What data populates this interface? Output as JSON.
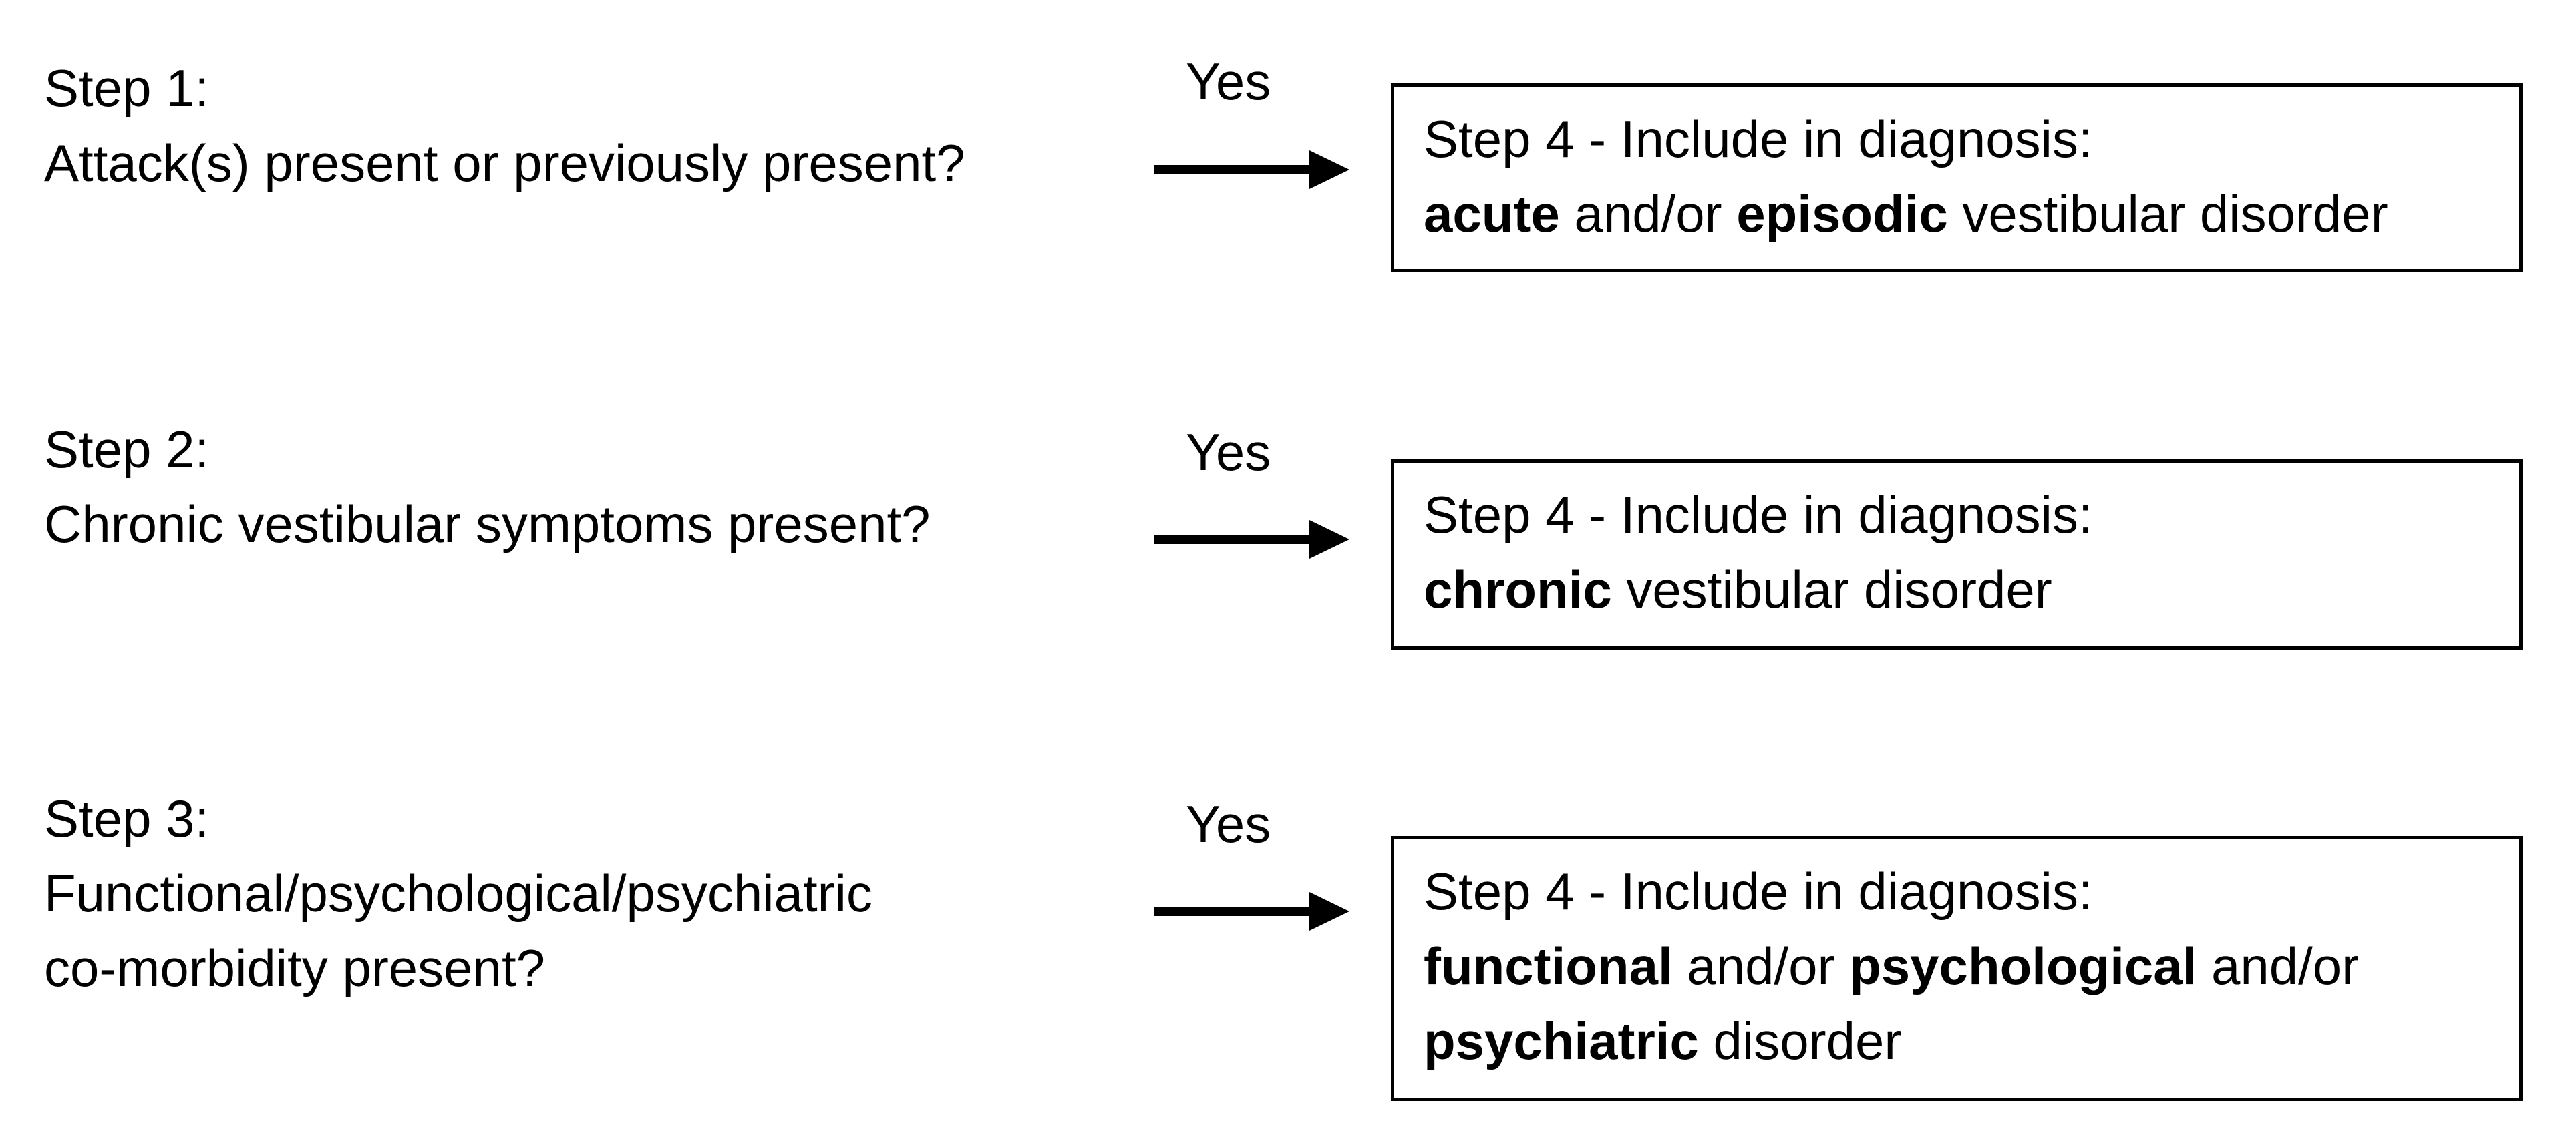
{
  "steps": [
    {
      "step_label": "Step 1:",
      "question_lines": [
        "Attack(s) present or previously present?"
      ],
      "yes_label": "Yes",
      "result": {
        "heading": "Step 4 - Include in diagnosis:",
        "lines": [
          [
            {
              "text": "acute",
              "bold": true
            },
            {
              "text": " and/or ",
              "bold": false
            },
            {
              "text": "episodic",
              "bold": true
            },
            {
              "text": " vestibular disorder",
              "bold": false
            }
          ]
        ]
      }
    },
    {
      "step_label": "Step 2:",
      "question_lines": [
        "Chronic vestibular symptoms present?"
      ],
      "yes_label": "Yes",
      "result": {
        "heading": "Step 4 - Include in diagnosis:",
        "lines": [
          [
            {
              "text": "chronic",
              "bold": true
            },
            {
              "text": " vestibular disorder",
              "bold": false
            }
          ]
        ]
      }
    },
    {
      "step_label": "Step 3:",
      "question_lines": [
        "Functional/psychological/psychiatric",
        "co-morbidity present?"
      ],
      "yes_label": "Yes",
      "result": {
        "heading": "Step 4 - Include in diagnosis:",
        "lines": [
          [
            {
              "text": "functional",
              "bold": true
            },
            {
              "text": " and/or ",
              "bold": false
            },
            {
              "text": "psychological",
              "bold": true
            },
            {
              "text": " and/or",
              "bold": false
            }
          ],
          [
            {
              "text": "psychiatric",
              "bold": true
            },
            {
              "text": " disorder",
              "bold": false
            }
          ]
        ]
      }
    }
  ]
}
